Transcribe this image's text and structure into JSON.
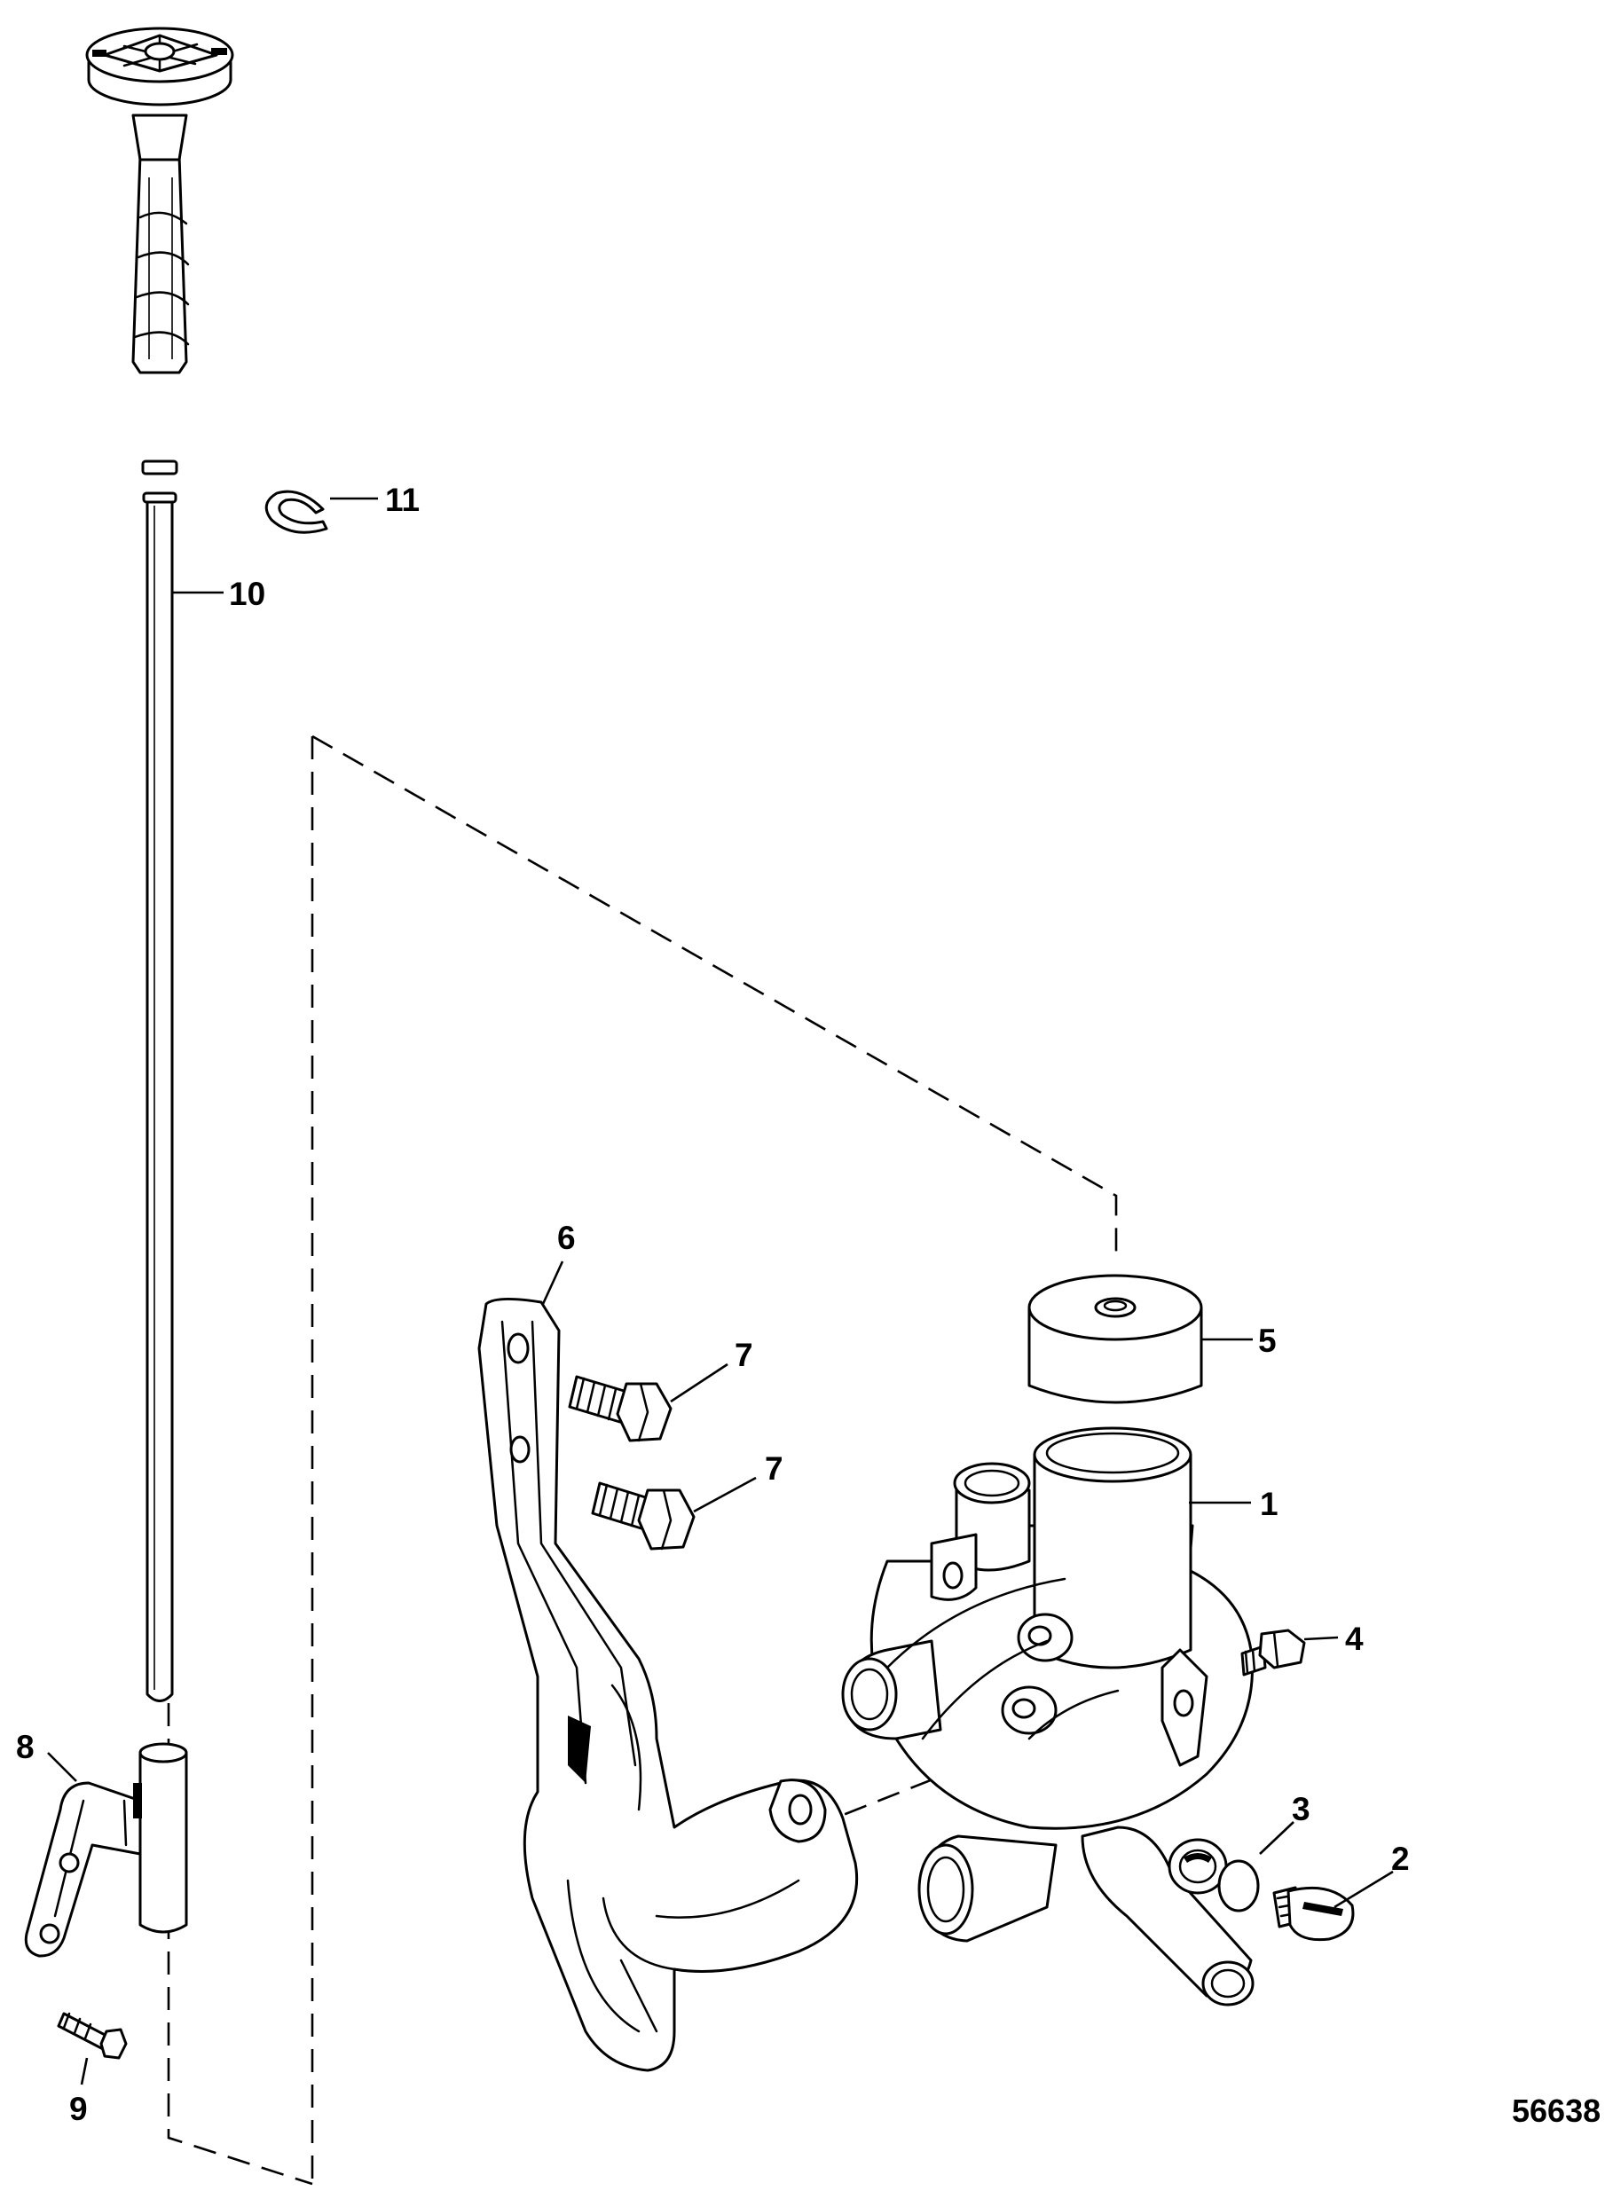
{
  "callouts": {
    "c1": "1",
    "c2": "2",
    "c3": "3",
    "c4": "4",
    "c5": "5",
    "c6": "6",
    "c7a": "7",
    "c7b": "7",
    "c8": "8",
    "c9": "9",
    "c10": "10",
    "c11": "11"
  },
  "figure_id": "56638",
  "colors": {
    "line": "#000000",
    "background": "#ffffff"
  }
}
